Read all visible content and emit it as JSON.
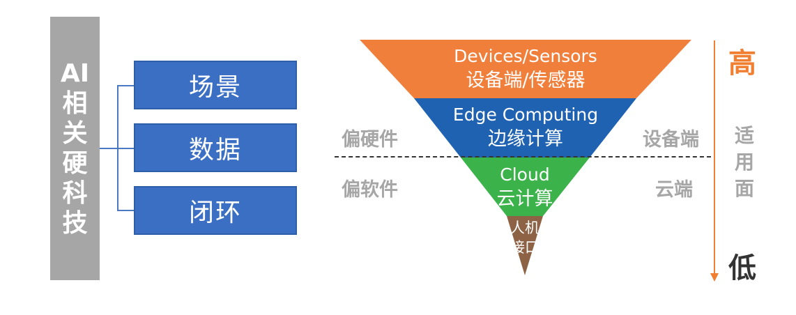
{
  "title_chars": [
    "AI",
    "相",
    "关",
    "硬",
    "科",
    "技"
  ],
  "boxes": [
    {
      "label": "场景"
    },
    {
      "label": "数据"
    },
    {
      "label": "闭环"
    }
  ],
  "pyramid": {
    "layers": [
      {
        "line1": "Devices/Sensors",
        "line2": "设备端/传感器",
        "color": "#f07f3c"
      },
      {
        "line1": "Edge Computing",
        "line2": "边缘计算",
        "color": "#1f62b2"
      },
      {
        "line1": "Cloud",
        "line2": "云计算",
        "color": "#3bb34a"
      },
      {
        "line1": "人机",
        "line2": "接口",
        "color": "#8d6245"
      }
    ]
  },
  "left_labels": {
    "hardware": "偏硬件",
    "software": "偏软件"
  },
  "right_labels": {
    "device": "设备端",
    "cloud": "云端"
  },
  "scale": {
    "high": "高",
    "low": "低",
    "scope_chars": [
      "适",
      "用",
      "面"
    ],
    "high_color": "#f07f32"
  }
}
